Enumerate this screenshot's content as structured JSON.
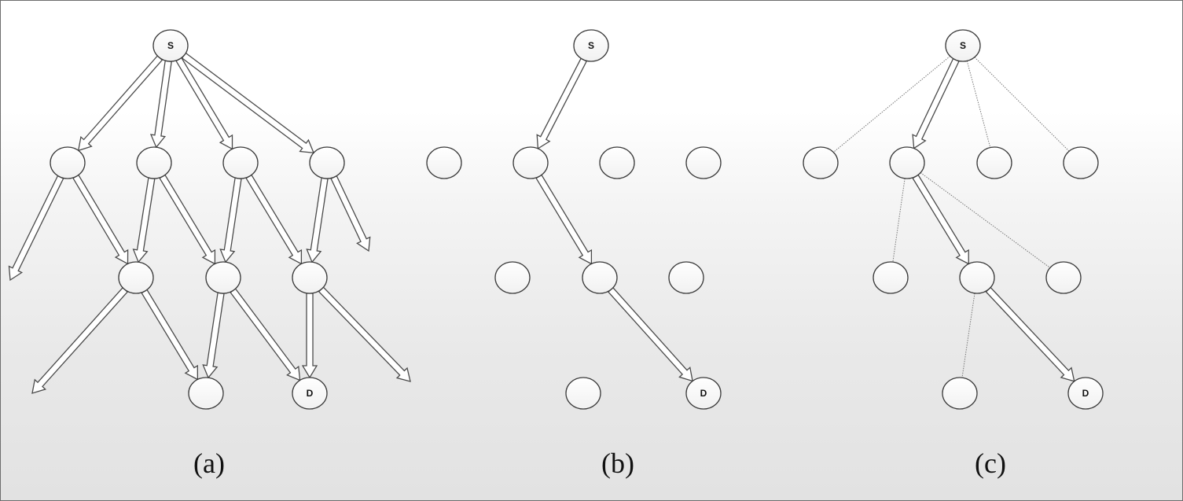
{
  "diagram": {
    "panels": [
      {
        "id": "a",
        "caption": "(a)",
        "nodes": [
          {
            "id": "S",
            "label": "S"
          },
          {
            "id": "n1"
          },
          {
            "id": "n2"
          },
          {
            "id": "n3"
          },
          {
            "id": "n4"
          },
          {
            "id": "m1"
          },
          {
            "id": "m2"
          },
          {
            "id": "m3"
          },
          {
            "id": "b1"
          },
          {
            "id": "D",
            "label": "D"
          }
        ],
        "edges": [
          {
            "from": "S",
            "to": "n1",
            "style": "hollow-arrow"
          },
          {
            "from": "S",
            "to": "n2",
            "style": "hollow-arrow"
          },
          {
            "from": "S",
            "to": "n3",
            "style": "hollow-arrow"
          },
          {
            "from": "S",
            "to": "n4",
            "style": "hollow-arrow"
          },
          {
            "from": "n1",
            "to": "out-left-1",
            "style": "hollow-arrow"
          },
          {
            "from": "n1",
            "to": "m1",
            "style": "hollow-arrow"
          },
          {
            "from": "n2",
            "to": "m1",
            "style": "hollow-arrow"
          },
          {
            "from": "n2",
            "to": "m2",
            "style": "hollow-arrow"
          },
          {
            "from": "n3",
            "to": "m2",
            "style": "hollow-arrow"
          },
          {
            "from": "n3",
            "to": "m3",
            "style": "hollow-arrow"
          },
          {
            "from": "n4",
            "to": "m3",
            "style": "hollow-arrow"
          },
          {
            "from": "n4",
            "to": "out-right-1",
            "style": "hollow-arrow"
          },
          {
            "from": "m1",
            "to": "out-left-2",
            "style": "hollow-arrow"
          },
          {
            "from": "m1",
            "to": "b1",
            "style": "hollow-arrow"
          },
          {
            "from": "m2",
            "to": "b1",
            "style": "hollow-arrow"
          },
          {
            "from": "m2",
            "to": "D",
            "style": "hollow-arrow"
          },
          {
            "from": "m3",
            "to": "D",
            "style": "hollow-arrow"
          },
          {
            "from": "m3",
            "to": "out-right-2",
            "style": "hollow-arrow"
          }
        ]
      },
      {
        "id": "b",
        "caption": "(b)",
        "nodes": [
          {
            "id": "S",
            "label": "S"
          },
          {
            "id": "n0"
          },
          {
            "id": "n1"
          },
          {
            "id": "n2"
          },
          {
            "id": "n3"
          },
          {
            "id": "m0"
          },
          {
            "id": "m1"
          },
          {
            "id": "m2"
          },
          {
            "id": "b0"
          },
          {
            "id": "D",
            "label": "D"
          }
        ],
        "edges": [
          {
            "from": "S",
            "to": "n1",
            "style": "hollow-arrow"
          },
          {
            "from": "n1",
            "to": "m1",
            "style": "hollow-arrow"
          },
          {
            "from": "m1",
            "to": "D",
            "style": "hollow-arrow"
          }
        ]
      },
      {
        "id": "c",
        "caption": "(c)",
        "nodes": [
          {
            "id": "S",
            "label": "S"
          },
          {
            "id": "n0"
          },
          {
            "id": "n1"
          },
          {
            "id": "n2"
          },
          {
            "id": "n3"
          },
          {
            "id": "m0"
          },
          {
            "id": "m1"
          },
          {
            "id": "m2"
          },
          {
            "id": "b0"
          },
          {
            "id": "D",
            "label": "D"
          }
        ],
        "edges": [
          {
            "from": "S",
            "to": "n0",
            "style": "dotted"
          },
          {
            "from": "S",
            "to": "n1",
            "style": "hollow-arrow"
          },
          {
            "from": "S",
            "to": "n2",
            "style": "dotted"
          },
          {
            "from": "S",
            "to": "n3",
            "style": "dotted"
          },
          {
            "from": "n1",
            "to": "m0",
            "style": "dotted"
          },
          {
            "from": "n1",
            "to": "m1",
            "style": "hollow-arrow"
          },
          {
            "from": "n1",
            "to": "m2",
            "style": "dotted"
          },
          {
            "from": "m1",
            "to": "b0",
            "style": "dotted"
          },
          {
            "from": "m1",
            "to": "D",
            "style": "hollow-arrow"
          }
        ]
      }
    ],
    "colors": {
      "node_fill": "#ffffff",
      "node_stroke": "#3a3a3a",
      "edge_stroke": "#4a4a4a",
      "dotted_stroke": "#777777",
      "border": "#6d6d6d"
    }
  }
}
